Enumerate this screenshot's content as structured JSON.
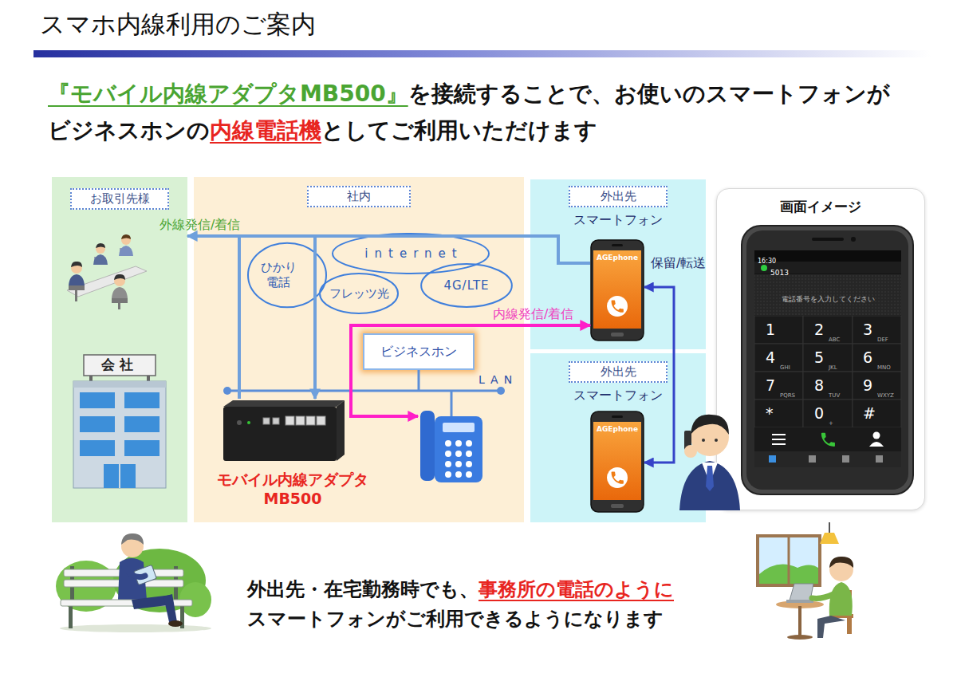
{
  "diagram": {
    "title": "スマホ内線利用のご案内",
    "nodes": [
      {
        "text": [
          "お取引先様"
        ]
      },
      {
        "text": [
          "社内"
        ]
      },
      {
        "text": [
          "ひかり 電話"
        ],
        "in": 1
      },
      {
        "text": [
          "internet"
        ],
        "in": 1
      },
      {
        "text": [
          "フレッツ光"
        ],
        "in": 1
      },
      {
        "text": [
          "4G/LTE"
        ],
        "in": 1
      },
      {
        "text": [
          "ビジネスホン"
        ],
        "in": 1
      },
      {
        "text": [
          "モバイル内線アダプタ MB500"
        ],
        "in": 1
      },
      {
        "text": [
          "外出先",
          "スマートフォン"
        ]
      },
      {
        "text": [
          "AGEphone"
        ],
        "in": 8
      },
      {
        "text": [
          "外出先",
          "スマートフォン"
        ]
      },
      {
        "text": [
          "AGEphone"
        ],
        "in": 10
      },
      {
        "text": [
          "画面イメージ"
        ]
      }
    ],
    "edges": [
      {
        "from": 7,
        "to": 0,
        "arrow": "to",
        "label": "外線発信/着信"
      },
      {
        "from": 9,
        "to": 7,
        "arrow": "to"
      },
      {
        "from": 7,
        "to": 9,
        "arrow": "to",
        "label": "内線発信/着信"
      },
      {
        "from": 9,
        "to": 11,
        "arrow": "both",
        "label": "保留/転送"
      }
    ],
    "labels": [
      "『モバイル内線アダプタMB500』",
      "を接続することで、お使いのスマートフォンが",
      "ビジネスホンの",
      "内線電話機",
      "としてご利用いただけます",
      "LAN",
      "会社",
      "16:30",
      "5013",
      "電話番号を入力してください",
      "1",
      "2",
      "ABC",
      "3",
      "DEF",
      "4",
      "GHI",
      "5",
      "JKL",
      "6",
      "MNO",
      "7",
      "PQRS",
      "8",
      "TUV",
      "9",
      "WXYZ",
      "*",
      "0",
      "+",
      "#",
      "外出先・在宅勤務時でも、",
      "事務所の電話のように",
      "スマートフォンがご利用できるようになります"
    ]
  }
}
